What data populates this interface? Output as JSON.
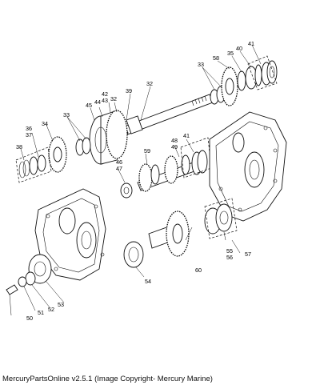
{
  "footer": {
    "caption": "MercuryPartsOnline v2.5.1 (Image Copyright- Mercury Marine)"
  },
  "callouts": {
    "p32a": "32",
    "p32b": "32",
    "p33a": "33",
    "p33b": "33",
    "p34": "34",
    "p35": "35",
    "p36": "36",
    "p37": "37",
    "p38": "38",
    "p39": "39",
    "p40": "40",
    "p41a": "41",
    "p41b": "41",
    "p42": "42",
    "p43": "43",
    "p44": "44",
    "p45": "45",
    "p46": "46",
    "p47": "47",
    "p48": "48",
    "p49": "49",
    "p50": "50",
    "p51": "51",
    "p52": "52",
    "p53": "53",
    "p54": "54",
    "p55": "55",
    "p56": "56",
    "p57": "57",
    "p58": "58",
    "p59": "59",
    "p60": "60"
  }
}
